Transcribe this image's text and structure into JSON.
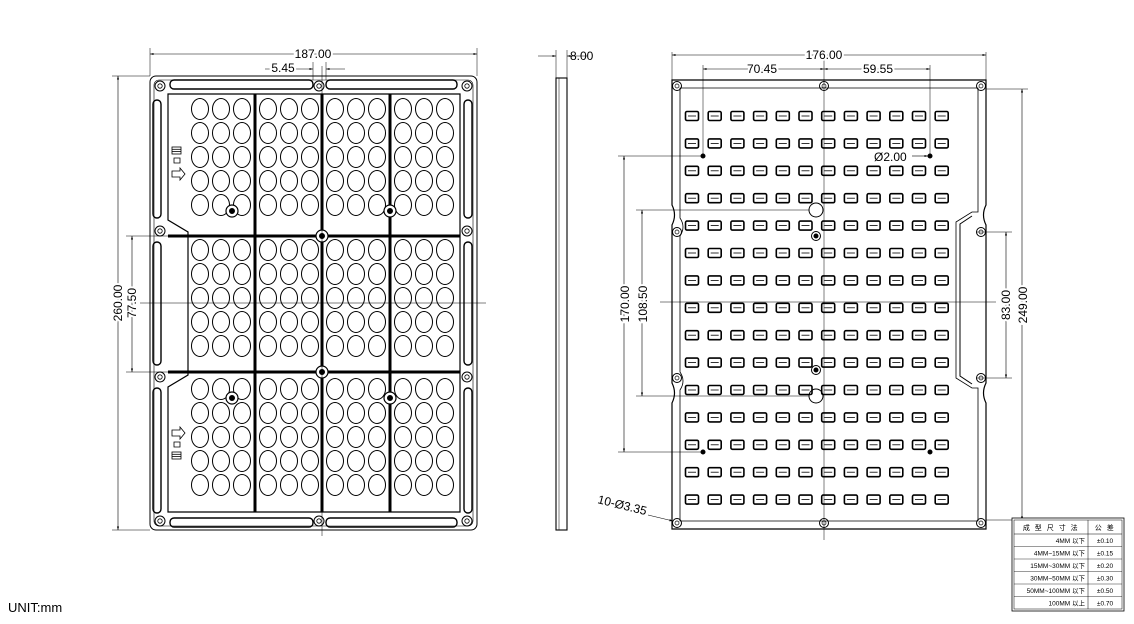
{
  "left_view": {
    "width": "187.00",
    "offset": "5.45",
    "height": "260.00",
    "inner_height": "77.50",
    "mark": "III"
  },
  "side_view": {
    "thickness": "8.00"
  },
  "right_view": {
    "width": "176.00",
    "dim_a": "70.45",
    "dim_b": "59.55",
    "hole_dia": "Ø2.00",
    "h1": "170.00",
    "h2": "108.50",
    "h3": "83.00",
    "h4": "249.00",
    "holes": "10-Ø3.35"
  },
  "unit_label": "UNIT:mm",
  "tolerance_table": {
    "header_size": "成 型 尺 寸 法",
    "header_tol": "公 差",
    "rows": [
      {
        "range": "4MM 以下",
        "tol": "±0.10"
      },
      {
        "range": "4MM~15MM 以下",
        "tol": "±0.15"
      },
      {
        "range": "15MM~30MM 以下",
        "tol": "±0.20"
      },
      {
        "range": "30MM~50MM 以下",
        "tol": "±0.30"
      },
      {
        "range": "50MM~100MM 以下",
        "tol": "±0.50"
      },
      {
        "range": "100MM 以上",
        "tol": "±0.70"
      }
    ]
  }
}
